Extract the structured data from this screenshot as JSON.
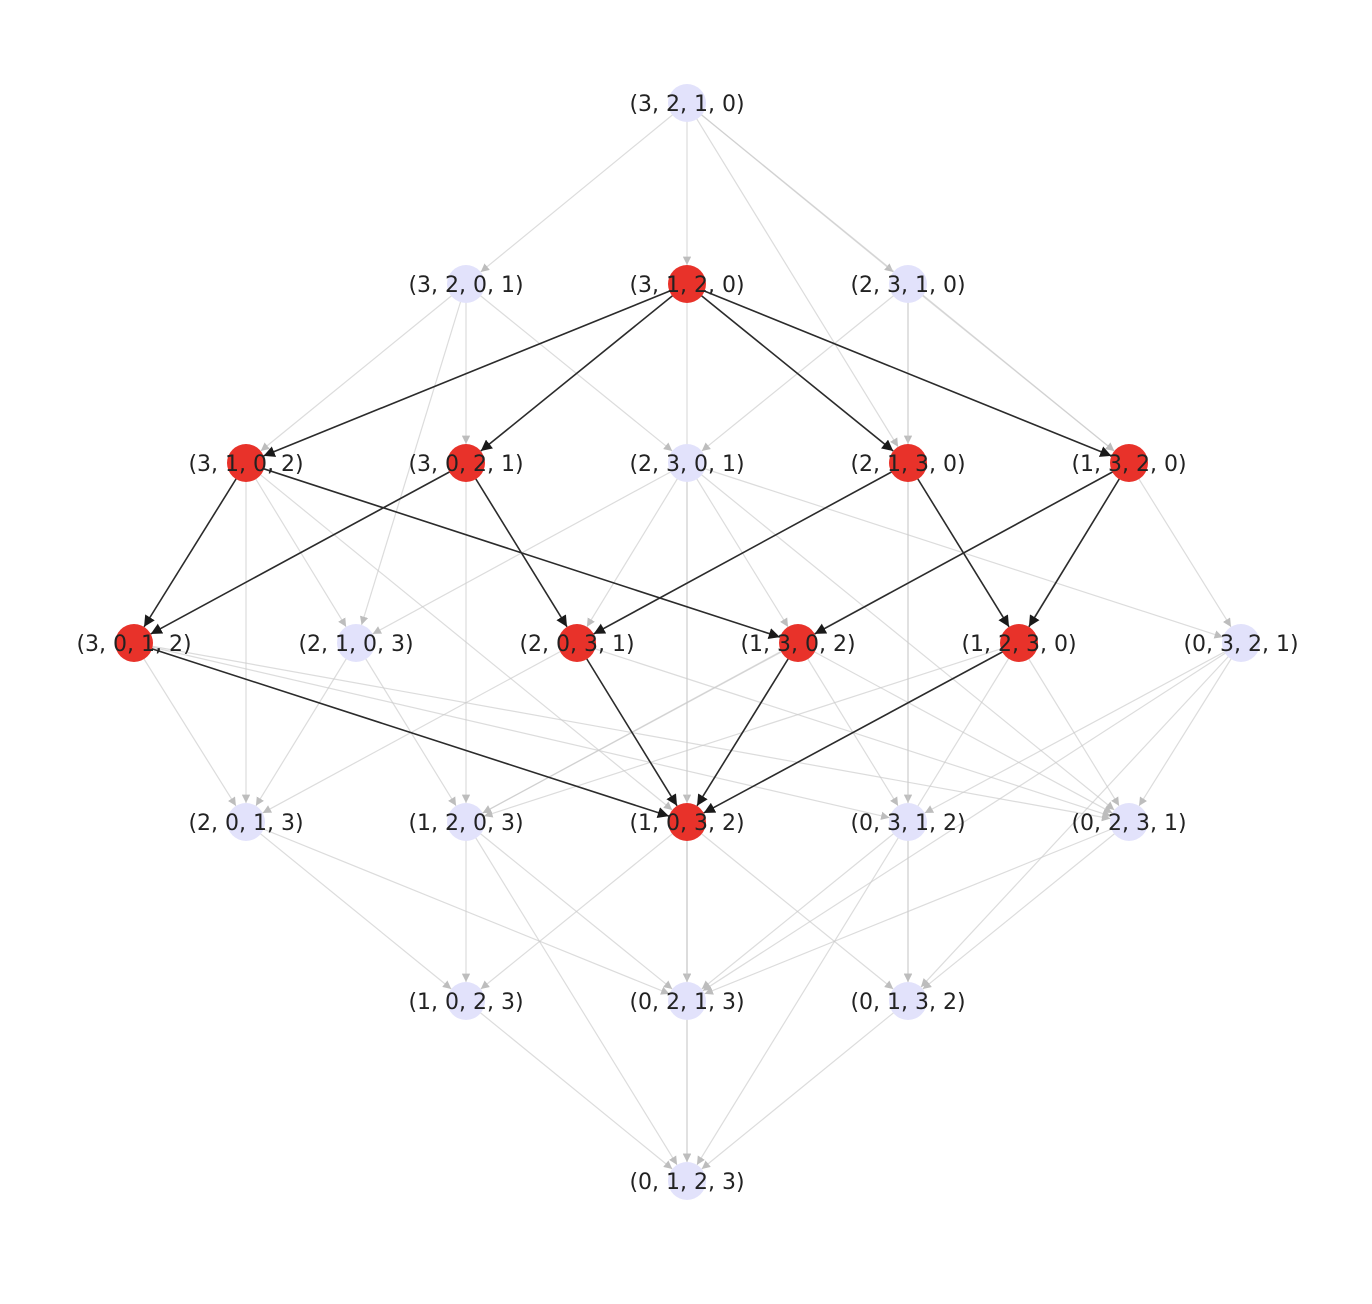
{
  "colors": {
    "highlight_node": "#e8322a",
    "normal_node": "#e2e2fb",
    "highlight_edge": "#2b2b2b",
    "normal_edge": "#c9c9c9",
    "label": "#222222"
  },
  "nodes": [
    {
      "id": "3210",
      "label": "(3, 2, 1, 0)",
      "highlight": false
    },
    {
      "id": "3201",
      "label": "(3, 2, 0, 1)",
      "highlight": false
    },
    {
      "id": "3120",
      "label": "(3, 1, 2, 0)",
      "highlight": true
    },
    {
      "id": "2310",
      "label": "(2, 3, 1, 0)",
      "highlight": false
    },
    {
      "id": "3102",
      "label": "(3, 1, 0, 2)",
      "highlight": true
    },
    {
      "id": "3021",
      "label": "(3, 0, 2, 1)",
      "highlight": true
    },
    {
      "id": "2301",
      "label": "(2, 3, 0, 1)",
      "highlight": false
    },
    {
      "id": "2130",
      "label": "(2, 1, 3, 0)",
      "highlight": true
    },
    {
      "id": "1320",
      "label": "(1, 3, 2, 0)",
      "highlight": true
    },
    {
      "id": "3012",
      "label": "(3, 0, 1, 2)",
      "highlight": true
    },
    {
      "id": "2103",
      "label": "(2, 1, 0, 3)",
      "highlight": false
    },
    {
      "id": "2031",
      "label": "(2, 0, 3, 1)",
      "highlight": true
    },
    {
      "id": "1302",
      "label": "(1, 3, 0, 2)",
      "highlight": true
    },
    {
      "id": "1230",
      "label": "(1, 2, 3, 0)",
      "highlight": true
    },
    {
      "id": "0321",
      "label": "(0, 3, 2, 1)",
      "highlight": false
    },
    {
      "id": "2013",
      "label": "(2, 0, 1, 3)",
      "highlight": false
    },
    {
      "id": "1203",
      "label": "(1, 2, 0, 3)",
      "highlight": false
    },
    {
      "id": "1032",
      "label": "(1, 0, 3, 2)",
      "highlight": true
    },
    {
      "id": "0312",
      "label": "(0, 3, 1, 2)",
      "highlight": false
    },
    {
      "id": "0231",
      "label": "(0, 2, 3, 1)",
      "highlight": false
    },
    {
      "id": "1023",
      "label": "(1, 0, 2, 3)",
      "highlight": false
    },
    {
      "id": "0213",
      "label": "(0, 2, 1, 3)",
      "highlight": false
    },
    {
      "id": "0132",
      "label": "(0, 1, 3, 2)",
      "highlight": false
    },
    {
      "id": "0123",
      "label": "(0, 1, 2, 3)",
      "highlight": false
    }
  ],
  "edges": [
    {
      "from": "3210",
      "to": "3201",
      "highlight": false
    },
    {
      "from": "3210",
      "to": "3120",
      "highlight": false
    },
    {
      "from": "3210",
      "to": "2310",
      "highlight": false
    },
    {
      "from": "3210",
      "to": "2130",
      "highlight": false
    },
    {
      "from": "3210",
      "to": "1320",
      "highlight": false
    },
    {
      "from": "3201",
      "to": "3102",
      "highlight": false
    },
    {
      "from": "3201",
      "to": "3021",
      "highlight": false
    },
    {
      "from": "3201",
      "to": "2301",
      "highlight": false
    },
    {
      "from": "3201",
      "to": "2103",
      "highlight": false
    },
    {
      "from": "3120",
      "to": "3102",
      "highlight": true
    },
    {
      "from": "3120",
      "to": "3021",
      "highlight": true
    },
    {
      "from": "3120",
      "to": "2130",
      "highlight": true
    },
    {
      "from": "3120",
      "to": "1320",
      "highlight": true
    },
    {
      "from": "3120",
      "to": "1032",
      "highlight": false
    },
    {
      "from": "2310",
      "to": "2301",
      "highlight": false
    },
    {
      "from": "2310",
      "to": "2130",
      "highlight": false
    },
    {
      "from": "2310",
      "to": "1320",
      "highlight": false
    },
    {
      "from": "2310",
      "to": "0312",
      "highlight": false
    },
    {
      "from": "3102",
      "to": "3012",
      "highlight": true
    },
    {
      "from": "3102",
      "to": "1302",
      "highlight": true
    },
    {
      "from": "3102",
      "to": "2103",
      "highlight": false
    },
    {
      "from": "3102",
      "to": "2013",
      "highlight": false
    },
    {
      "from": "3102",
      "to": "1032",
      "highlight": false
    },
    {
      "from": "3021",
      "to": "3012",
      "highlight": true
    },
    {
      "from": "3021",
      "to": "2031",
      "highlight": true
    },
    {
      "from": "3021",
      "to": "1203",
      "highlight": false
    },
    {
      "from": "2301",
      "to": "2031",
      "highlight": false
    },
    {
      "from": "2301",
      "to": "1302",
      "highlight": false
    },
    {
      "from": "2301",
      "to": "2103",
      "highlight": false
    },
    {
      "from": "2301",
      "to": "0321",
      "highlight": false
    },
    {
      "from": "2301",
      "to": "0231",
      "highlight": false
    },
    {
      "from": "2301",
      "to": "0213",
      "highlight": false
    },
    {
      "from": "2130",
      "to": "2031",
      "highlight": true
    },
    {
      "from": "2130",
      "to": "1230",
      "highlight": true
    },
    {
      "from": "2130",
      "to": "2013",
      "highlight": false
    },
    {
      "from": "2130",
      "to": "0132",
      "highlight": false
    },
    {
      "from": "1320",
      "to": "1302",
      "highlight": true
    },
    {
      "from": "1320",
      "to": "1230",
      "highlight": true
    },
    {
      "from": "1320",
      "to": "0321",
      "highlight": false
    },
    {
      "from": "1320",
      "to": "1203",
      "highlight": false
    },
    {
      "from": "1320",
      "to": "0123",
      "highlight": false
    },
    {
      "from": "3012",
      "to": "1032",
      "highlight": true
    },
    {
      "from": "3012",
      "to": "2013",
      "highlight": false
    },
    {
      "from": "3012",
      "to": "0312",
      "highlight": false
    },
    {
      "from": "3012",
      "to": "0231",
      "highlight": false
    },
    {
      "from": "2103",
      "to": "1203",
      "highlight": false
    },
    {
      "from": "2103",
      "to": "2013",
      "highlight": false
    },
    {
      "from": "2031",
      "to": "1032",
      "highlight": true
    },
    {
      "from": "2031",
      "to": "0231",
      "highlight": false
    },
    {
      "from": "1302",
      "to": "1032",
      "highlight": true
    },
    {
      "from": "1302",
      "to": "0312",
      "highlight": false
    },
    {
      "from": "1302",
      "to": "1203",
      "highlight": false
    },
    {
      "from": "1302",
      "to": "0231",
      "highlight": false
    },
    {
      "from": "1230",
      "to": "1032",
      "highlight": true
    },
    {
      "from": "1230",
      "to": "1203",
      "highlight": false
    },
    {
      "from": "1230",
      "to": "0231",
      "highlight": false
    },
    {
      "from": "0321",
      "to": "0312",
      "highlight": false
    },
    {
      "from": "0321",
      "to": "0231",
      "highlight": false
    },
    {
      "from": "0321",
      "to": "0132",
      "highlight": false
    },
    {
      "from": "0321",
      "to": "0213",
      "highlight": false
    },
    {
      "from": "2013",
      "to": "1023",
      "highlight": false
    },
    {
      "from": "2013",
      "to": "0213",
      "highlight": false
    },
    {
      "from": "1203",
      "to": "1023",
      "highlight": false
    },
    {
      "from": "1203",
      "to": "0213",
      "highlight": false
    },
    {
      "from": "1203",
      "to": "0123",
      "highlight": false
    },
    {
      "from": "1032",
      "to": "1023",
      "highlight": false
    },
    {
      "from": "1032",
      "to": "0213",
      "highlight": false
    },
    {
      "from": "1032",
      "to": "0132",
      "highlight": false
    },
    {
      "from": "1032",
      "to": "0123",
      "highlight": false
    },
    {
      "from": "0312",
      "to": "0213",
      "highlight": false
    },
    {
      "from": "0312",
      "to": "0132",
      "highlight": false
    },
    {
      "from": "0231",
      "to": "0213",
      "highlight": false
    },
    {
      "from": "0231",
      "to": "0132",
      "highlight": false
    },
    {
      "from": "1023",
      "to": "0123",
      "highlight": false
    },
    {
      "from": "0213",
      "to": "0123",
      "highlight": false
    },
    {
      "from": "0132",
      "to": "0123",
      "highlight": false
    }
  ]
}
